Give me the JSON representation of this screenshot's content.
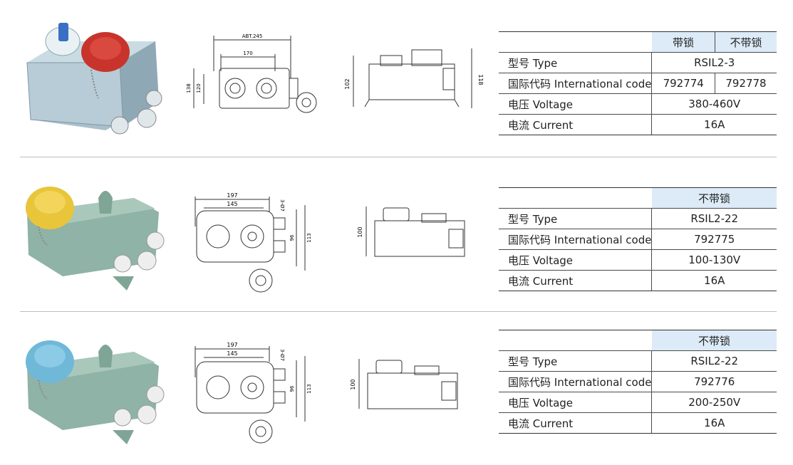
{
  "products": [
    {
      "drawing_top": {
        "overall": "ABT.245",
        "width": "170",
        "h_outer": "138",
        "h_inner": "120"
      },
      "drawing_side": {
        "h_left": "102",
        "h_right": "118"
      },
      "table": {
        "headers": [
          "带锁",
          "不带锁"
        ],
        "rows": [
          {
            "label": "型号 Type",
            "values": [
              "RSIL2-3"
            ]
          },
          {
            "label": "国际代码 International code",
            "values": [
              "792774",
              "792778"
            ]
          },
          {
            "label": "电压 Voltage",
            "values": [
              "380-460V"
            ]
          },
          {
            "label": "电流 Current",
            "values": [
              "16A"
            ]
          }
        ]
      },
      "cap_color": "#c8342c"
    },
    {
      "drawing_top": {
        "overall": "197",
        "width": "145",
        "holes": "3-Ø7",
        "h_inner": "96",
        "h_outer": "113"
      },
      "drawing_side": {
        "h_left": "100"
      },
      "table": {
        "headers": [
          "不带锁"
        ],
        "rows": [
          {
            "label": "型号 Type",
            "values": [
              "RSIL2-22"
            ]
          },
          {
            "label": "国际代码 International code",
            "values": [
              "792775"
            ]
          },
          {
            "label": "电压 Voltage",
            "values": [
              "100-130V"
            ]
          },
          {
            "label": "电流 Current",
            "values": [
              "16A"
            ]
          }
        ]
      },
      "cap_color": "#e8c53a"
    },
    {
      "drawing_top": {
        "overall": "197",
        "width": "145",
        "holes": "3-Ø7",
        "h_inner": "96",
        "h_outer": "113"
      },
      "drawing_side": {
        "h_left": "100"
      },
      "table": {
        "headers": [
          "不带锁"
        ],
        "rows": [
          {
            "label": "型号 Type",
            "values": [
              "RSIL2-22"
            ]
          },
          {
            "label": "国际代码 International code",
            "values": [
              "792776"
            ]
          },
          {
            "label": "电压 Voltage",
            "values": [
              "200-250V"
            ]
          },
          {
            "label": "电流 Current",
            "values": [
              "16A"
            ]
          }
        ]
      },
      "cap_color": "#6fb8d8"
    }
  ]
}
